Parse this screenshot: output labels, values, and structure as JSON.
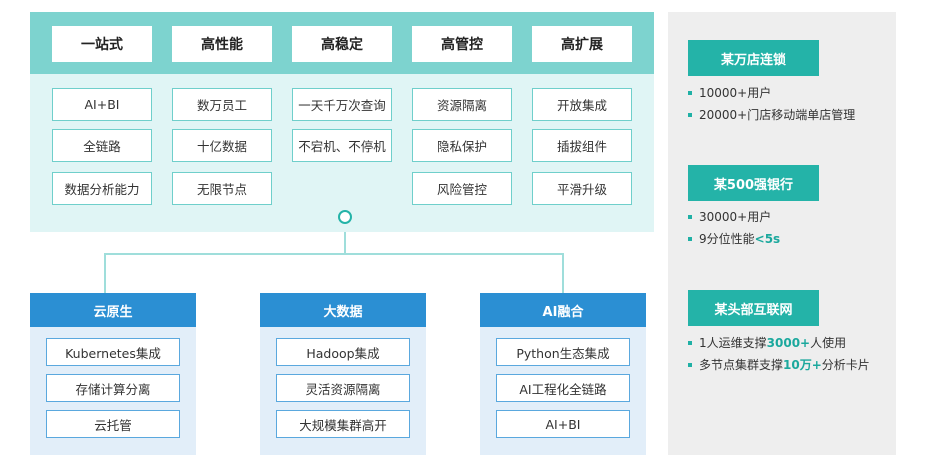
{
  "columns": [
    {
      "title": "一站式",
      "items": [
        "AI+BI",
        "全链路",
        "数据分析能力"
      ]
    },
    {
      "title": "高性能",
      "items": [
        "数万员工",
        "十亿数据",
        "无限节点"
      ]
    },
    {
      "title": "高稳定",
      "items": [
        "一天千万次查询",
        "不宕机、不停机"
      ]
    },
    {
      "title": "高管控",
      "items": [
        "资源隔离",
        "隐私保护",
        "风险管控"
      ]
    },
    {
      "title": "高扩展",
      "items": [
        "开放集成",
        "插拔组件",
        "平滑升级"
      ]
    }
  ],
  "groups": [
    {
      "title": "云原生",
      "items": [
        "Kubernetes集成",
        "存储计算分离",
        "云托管"
      ]
    },
    {
      "title": "大数据",
      "items": [
        "Hadoop集成",
        "灵活资源隔离",
        "大规模集群高开"
      ]
    },
    {
      "title": "AI融合",
      "items": [
        "Python生态集成",
        "AI工程化全链路",
        "AI+BI"
      ]
    }
  ],
  "cases": [
    {
      "title": "某万店连锁",
      "lines": [
        [
          {
            "t": "10000+用户",
            "h": false
          }
        ],
        [
          {
            "t": "20000+门店移动端单店管理",
            "h": false
          }
        ]
      ]
    },
    {
      "title": "某500强银行",
      "lines": [
        [
          {
            "t": "30000+用户",
            "h": false
          }
        ],
        [
          {
            "t": "9分位性能",
            "h": false
          },
          {
            "t": "<5s",
            "h": true
          }
        ]
      ]
    },
    {
      "title": "某头部互联网",
      "lines": [
        [
          {
            "t": "1人运维支撑",
            "h": false
          },
          {
            "t": "3000+",
            "h": true
          },
          {
            "t": "人使用",
            "h": false
          }
        ],
        [
          {
            "t": "多节点集群支撑",
            "h": false
          },
          {
            "t": "10万+",
            "h": true
          },
          {
            "t": "分析卡片",
            "h": false
          }
        ]
      ]
    }
  ],
  "colors": {
    "teal_header": "#7dd3cf",
    "teal_panel": "#e0f5f5",
    "blue_header": "#2b8fd3",
    "blue_panel": "#e2eef9",
    "case_green": "#24b3a8",
    "highlight": "#1ba89d"
  }
}
